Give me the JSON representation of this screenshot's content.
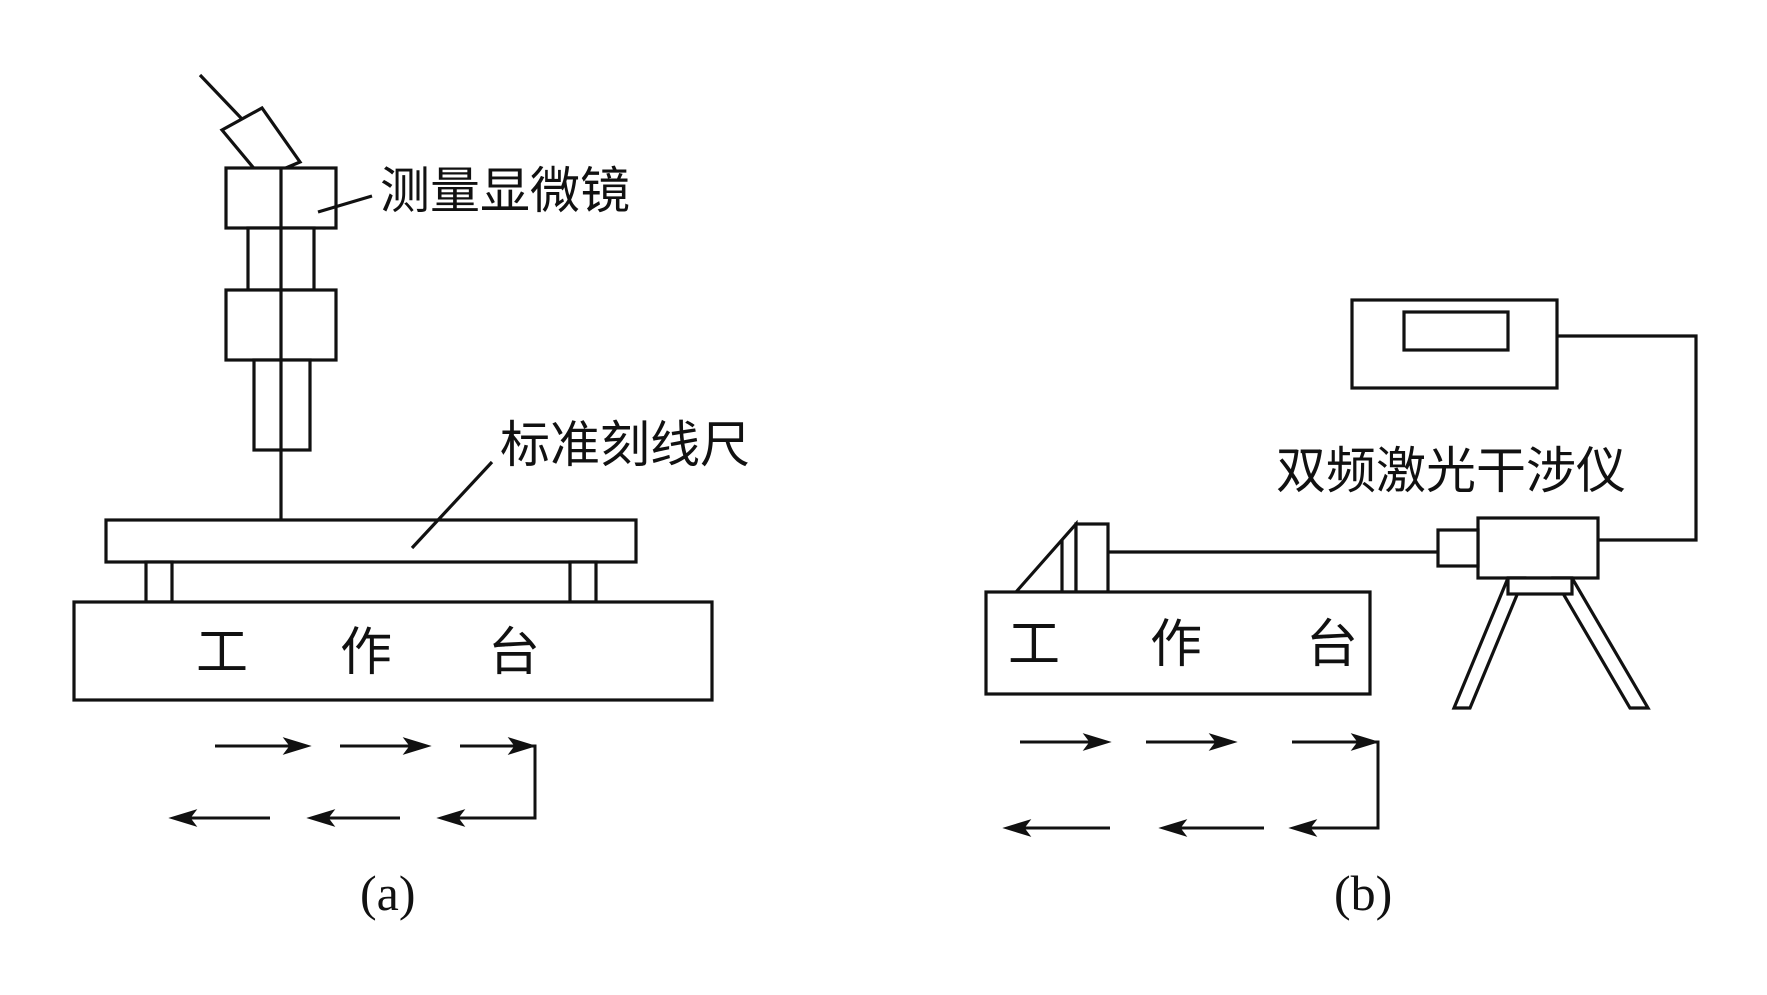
{
  "panel_a": {
    "microscope_label": "测量显微镜",
    "scale_label": "标准刻线尺",
    "bench_chars": [
      "工",
      "作",
      "台"
    ],
    "caption": "(a)"
  },
  "panel_b": {
    "interferometer_label": "双频激光干涉仪",
    "bench_chars": [
      "工",
      "作",
      "台"
    ],
    "caption": "(b)"
  }
}
